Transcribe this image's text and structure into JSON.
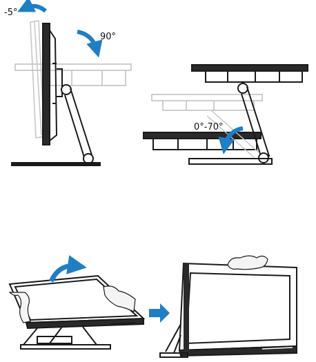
{
  "labels": {
    "tilt_back": "-5°",
    "tilt_forward": "90°",
    "height_range": "0°-70°"
  },
  "colors": {
    "arrow": "#1e7fc4",
    "outline": "#1a1a1a",
    "ghost": "#b9b9b9",
    "hand_fill": "#f4f4f4"
  },
  "icons": [
    "curved-arrow-icon",
    "right-arrow-icon",
    "hand-icon"
  ]
}
